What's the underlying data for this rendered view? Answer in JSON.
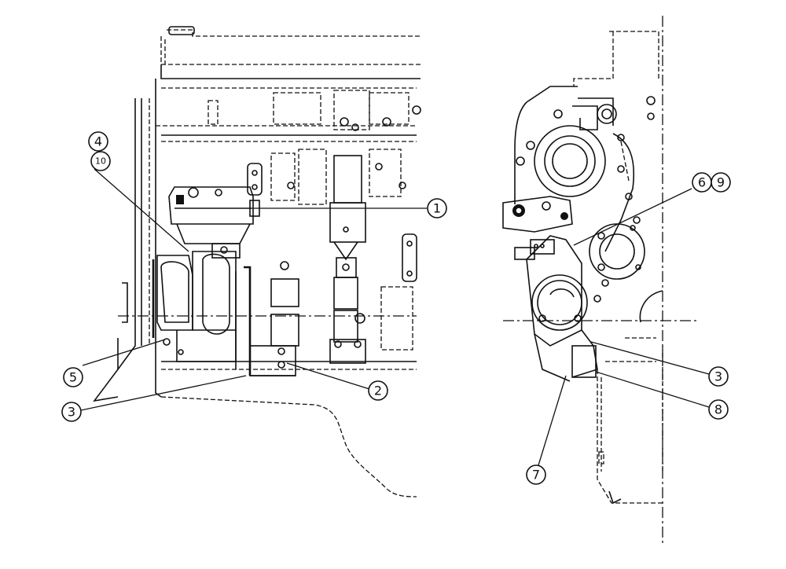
{
  "callouts": [
    {
      "id": "c1",
      "label": "1"
    },
    {
      "id": "c2",
      "label": "2"
    },
    {
      "id": "c3a",
      "label": "3"
    },
    {
      "id": "c4",
      "label": "4"
    },
    {
      "id": "c10",
      "label": "10"
    },
    {
      "id": "c5",
      "label": "5"
    },
    {
      "id": "c6",
      "label": "6"
    },
    {
      "id": "c9",
      "label": "9"
    },
    {
      "id": "c3b",
      "label": "3"
    },
    {
      "id": "c8",
      "label": "8"
    },
    {
      "id": "c7",
      "label": "7"
    }
  ]
}
